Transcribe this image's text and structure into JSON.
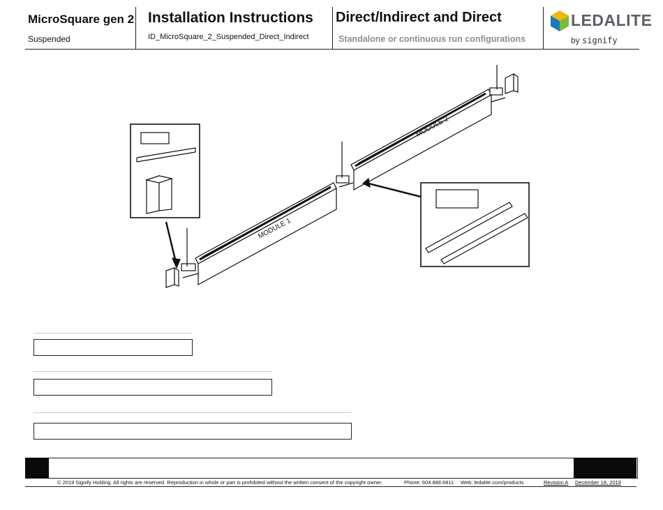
{
  "header": {
    "product": "MicroSquare gen 2",
    "mounting": "Suspended",
    "doc_title": "Installation Instructions",
    "doc_id": "ID_MicroSquare_2_Suspended_Direct_Indirect",
    "distribution": "Direct/Indirect and Direct",
    "configuration": "Standalone or continuous run configurations",
    "brand": "LEDALITE",
    "by_prefix": "by",
    "by_brand": "signify"
  },
  "diagram": {
    "module1_label": "MODULE 1",
    "module2_label": "MODULE 2"
  },
  "footer": {
    "copyright": "© 2019 Signify Holding. All rights are reserved. Reproduction in whole or part is prohibited without the written consent of the copyright owner.",
    "phone": "Phone: 604.888.6811",
    "web": "Web: ledalite.com/products",
    "revision": "Revision A",
    "date": "December 18, 2018"
  },
  "colors": {
    "logo_blue": "#1a78c2",
    "logo_green": "#7dbb34",
    "logo_yellow": "#f2b705",
    "brand_gray": "#5c6068",
    "subtitle_gray": "#8a8f96"
  }
}
